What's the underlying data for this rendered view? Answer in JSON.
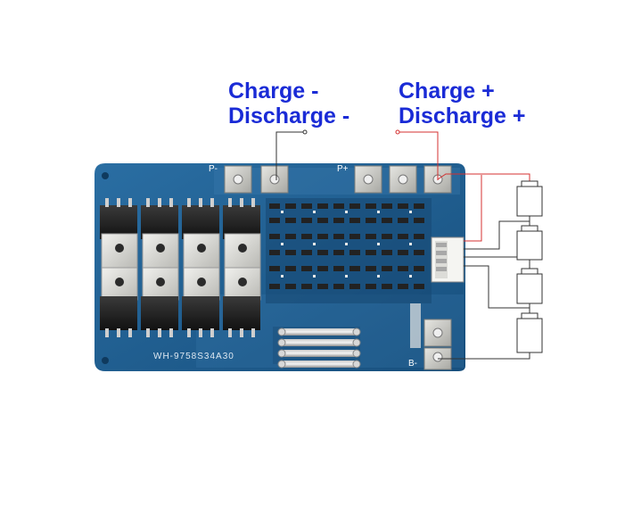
{
  "labels": {
    "negative": {
      "line1": "Charge -",
      "line2": "Discharge -"
    },
    "positive": {
      "line1": "Charge +",
      "line2": "Discharge +"
    }
  },
  "board": {
    "model": "WH-9758S34A30",
    "pad_p_minus": "P-",
    "pad_p_plus": "P+",
    "pad_b_minus": "B-"
  },
  "colors": {
    "label_text": "#1a2bd6",
    "pcb": "#1d5c8f",
    "wire_red": "#d43030",
    "wire_black": "#333333"
  },
  "battery_cells": 4
}
